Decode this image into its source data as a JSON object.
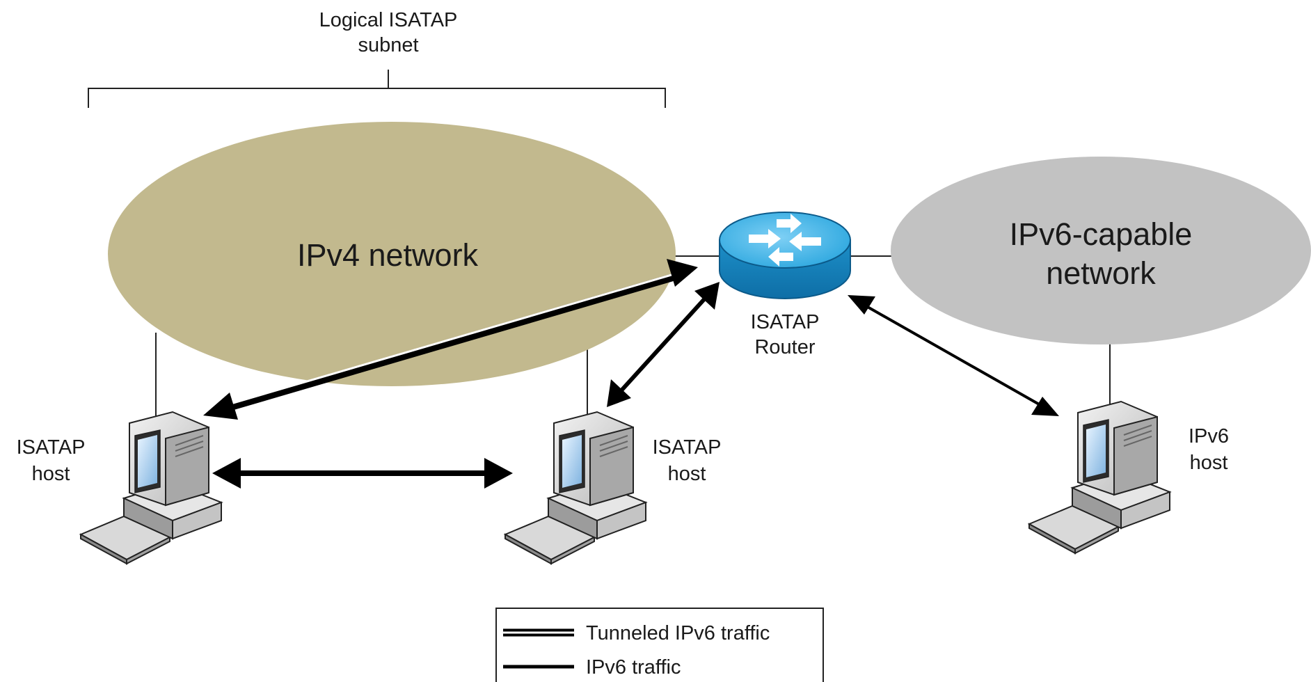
{
  "subnet_label": {
    "line1": "Logical ISATAP",
    "line2": "subnet"
  },
  "ipv4_network": {
    "label": "IPv4 network",
    "color": "#c2b98e"
  },
  "ipv6_network": {
    "line1": "IPv6-capable",
    "line2": "network",
    "color": "#c2c2c2"
  },
  "router": {
    "line1": "ISATAP",
    "line2": "Router",
    "color": "#1a9bd4"
  },
  "hosts": [
    {
      "line1": "ISATAP",
      "line2": "host"
    },
    {
      "line1": "ISATAP",
      "line2": "host"
    },
    {
      "line1": "IPv6",
      "line2": "host"
    }
  ],
  "legend": {
    "items": [
      {
        "label": "Tunneled IPv6 traffic",
        "style": "double-line"
      },
      {
        "label": "IPv6 traffic",
        "style": "single-line"
      }
    ]
  }
}
